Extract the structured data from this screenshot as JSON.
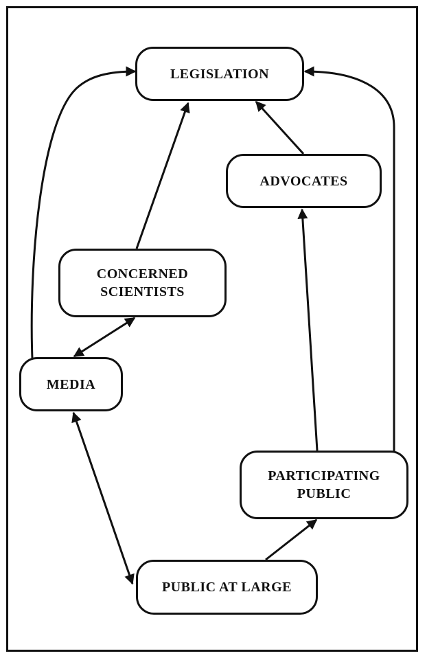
{
  "nodes": {
    "legislation": "LEGISLATION",
    "advocates": "ADVOCATES",
    "scientists": "CONCERNED\nSCIENTISTS",
    "media": "MEDIA",
    "participating": "PARTICIPATING\nPUBLIC",
    "public_large": "PUBLIC AT LARGE"
  }
}
